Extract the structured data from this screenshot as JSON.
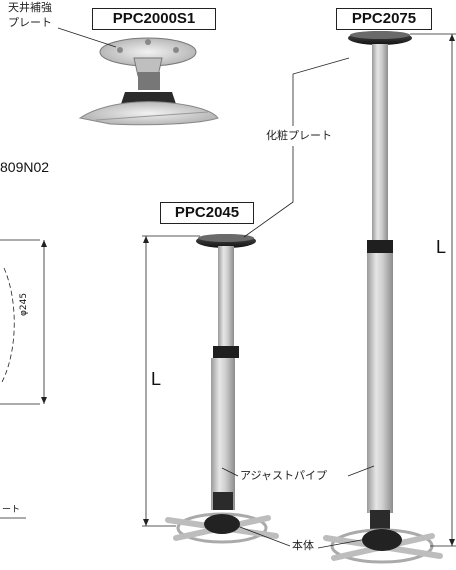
{
  "labels": {
    "ceiling_plate_line1": "天井補強",
    "ceiling_plate_line2": "プレート",
    "model_ppc2000s1": "PPC2000S1",
    "model_ppc2075": "PPC2075",
    "model_ppc2045": "PPC2045",
    "part_code": "809N02",
    "cosmetic_plate": "化粧プレート",
    "adjust_pipe": "アジャストパイプ",
    "body": "本体",
    "length_left": "L",
    "length_right": "L",
    "diameter": "φ245",
    "cut_plate": "ート"
  },
  "colors": {
    "pipe": "#c9c9c9",
    "dark": "#2a2a2a",
    "line": "#222222",
    "paper": "#ffffff"
  }
}
